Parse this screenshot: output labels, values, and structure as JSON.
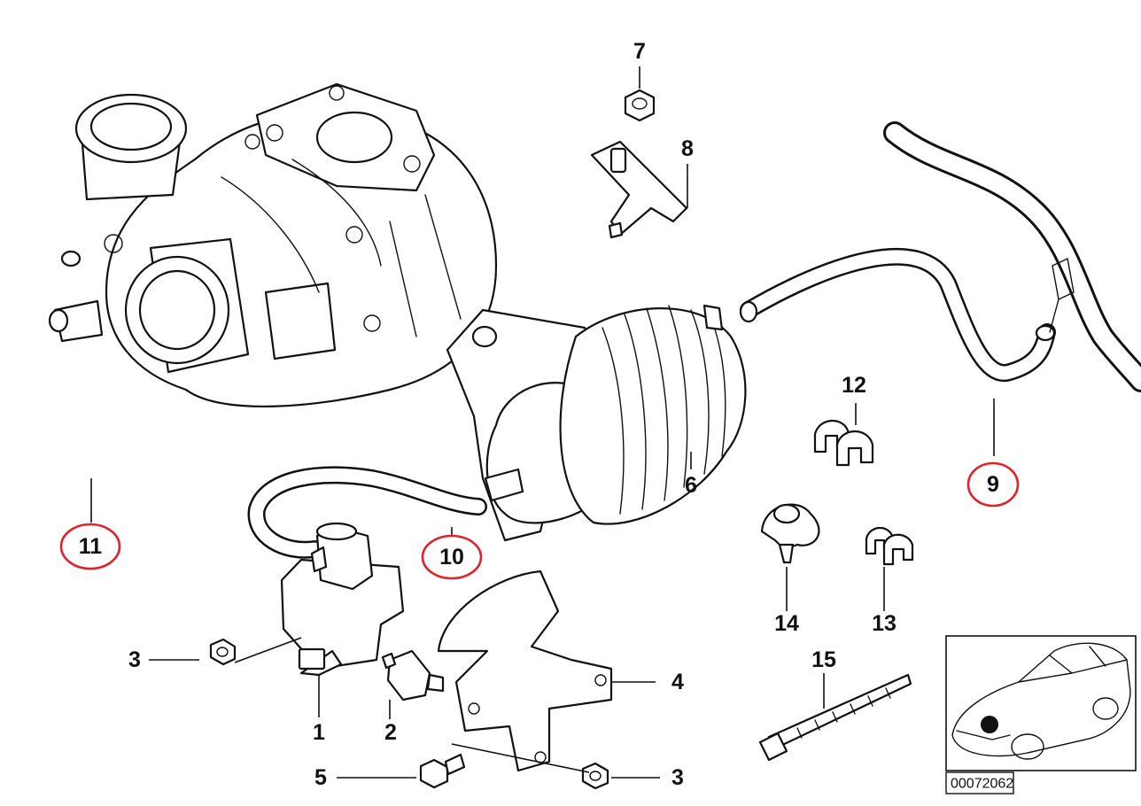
{
  "highlight_color": "#e0222a",
  "callouts": {
    "c1": "1",
    "c2": "2",
    "c3a": "3",
    "c3b": "3",
    "c4": "4",
    "c5": "5",
    "c6": "6",
    "c7": "7",
    "c8": "8",
    "c9": "9",
    "c10": "10",
    "c11": "11",
    "c12": "12",
    "c13": "13",
    "c14": "14",
    "c15": "15"
  },
  "highlighted_callouts": [
    "9",
    "10",
    "11"
  ],
  "inset": {
    "id_label": "00072062",
    "icon": "car-location-icon"
  }
}
